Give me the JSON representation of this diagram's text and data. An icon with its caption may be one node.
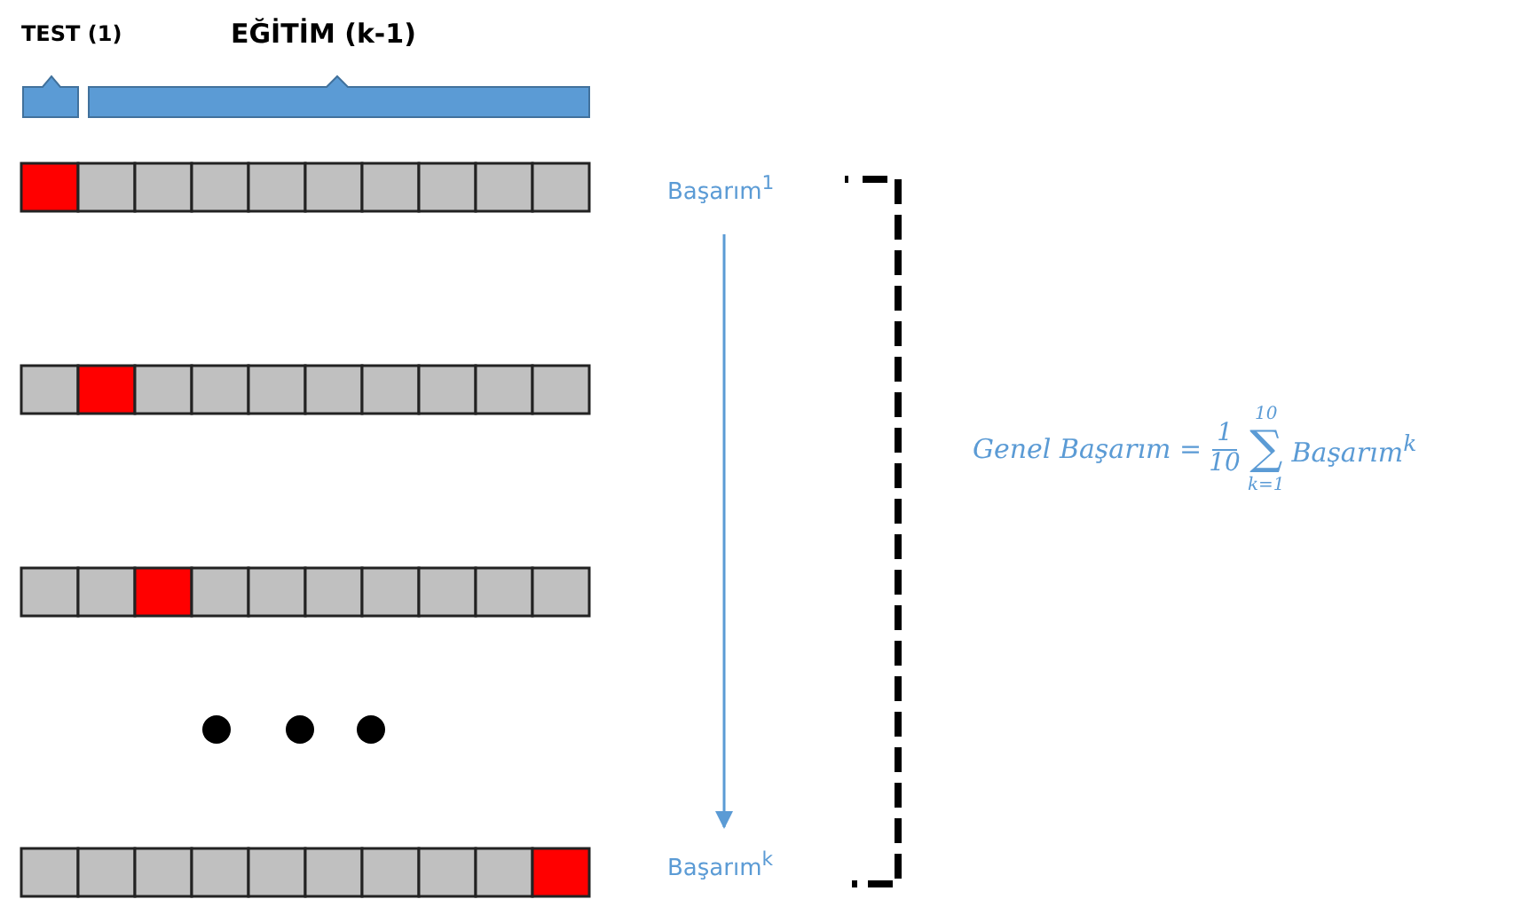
{
  "diagram": {
    "nodes": [
      {
        "text": [
          "Başarım$^{1}$"
        ]
      },
      {
        "text": [
          "Başarım$^{k}$"
        ]
      }
    ],
    "edges": [
      {
        "from": 0,
        "to": 1,
        "arrow": "to"
      }
    ],
    "labels": [
      "TEST (1)",
      "EĞİTİM (k-1)",
      "Genel Başarım =",
      "1",
      "10",
      "10",
      "∑",
      "k=1",
      "Başarım$^{k}$"
    ]
  }
}
